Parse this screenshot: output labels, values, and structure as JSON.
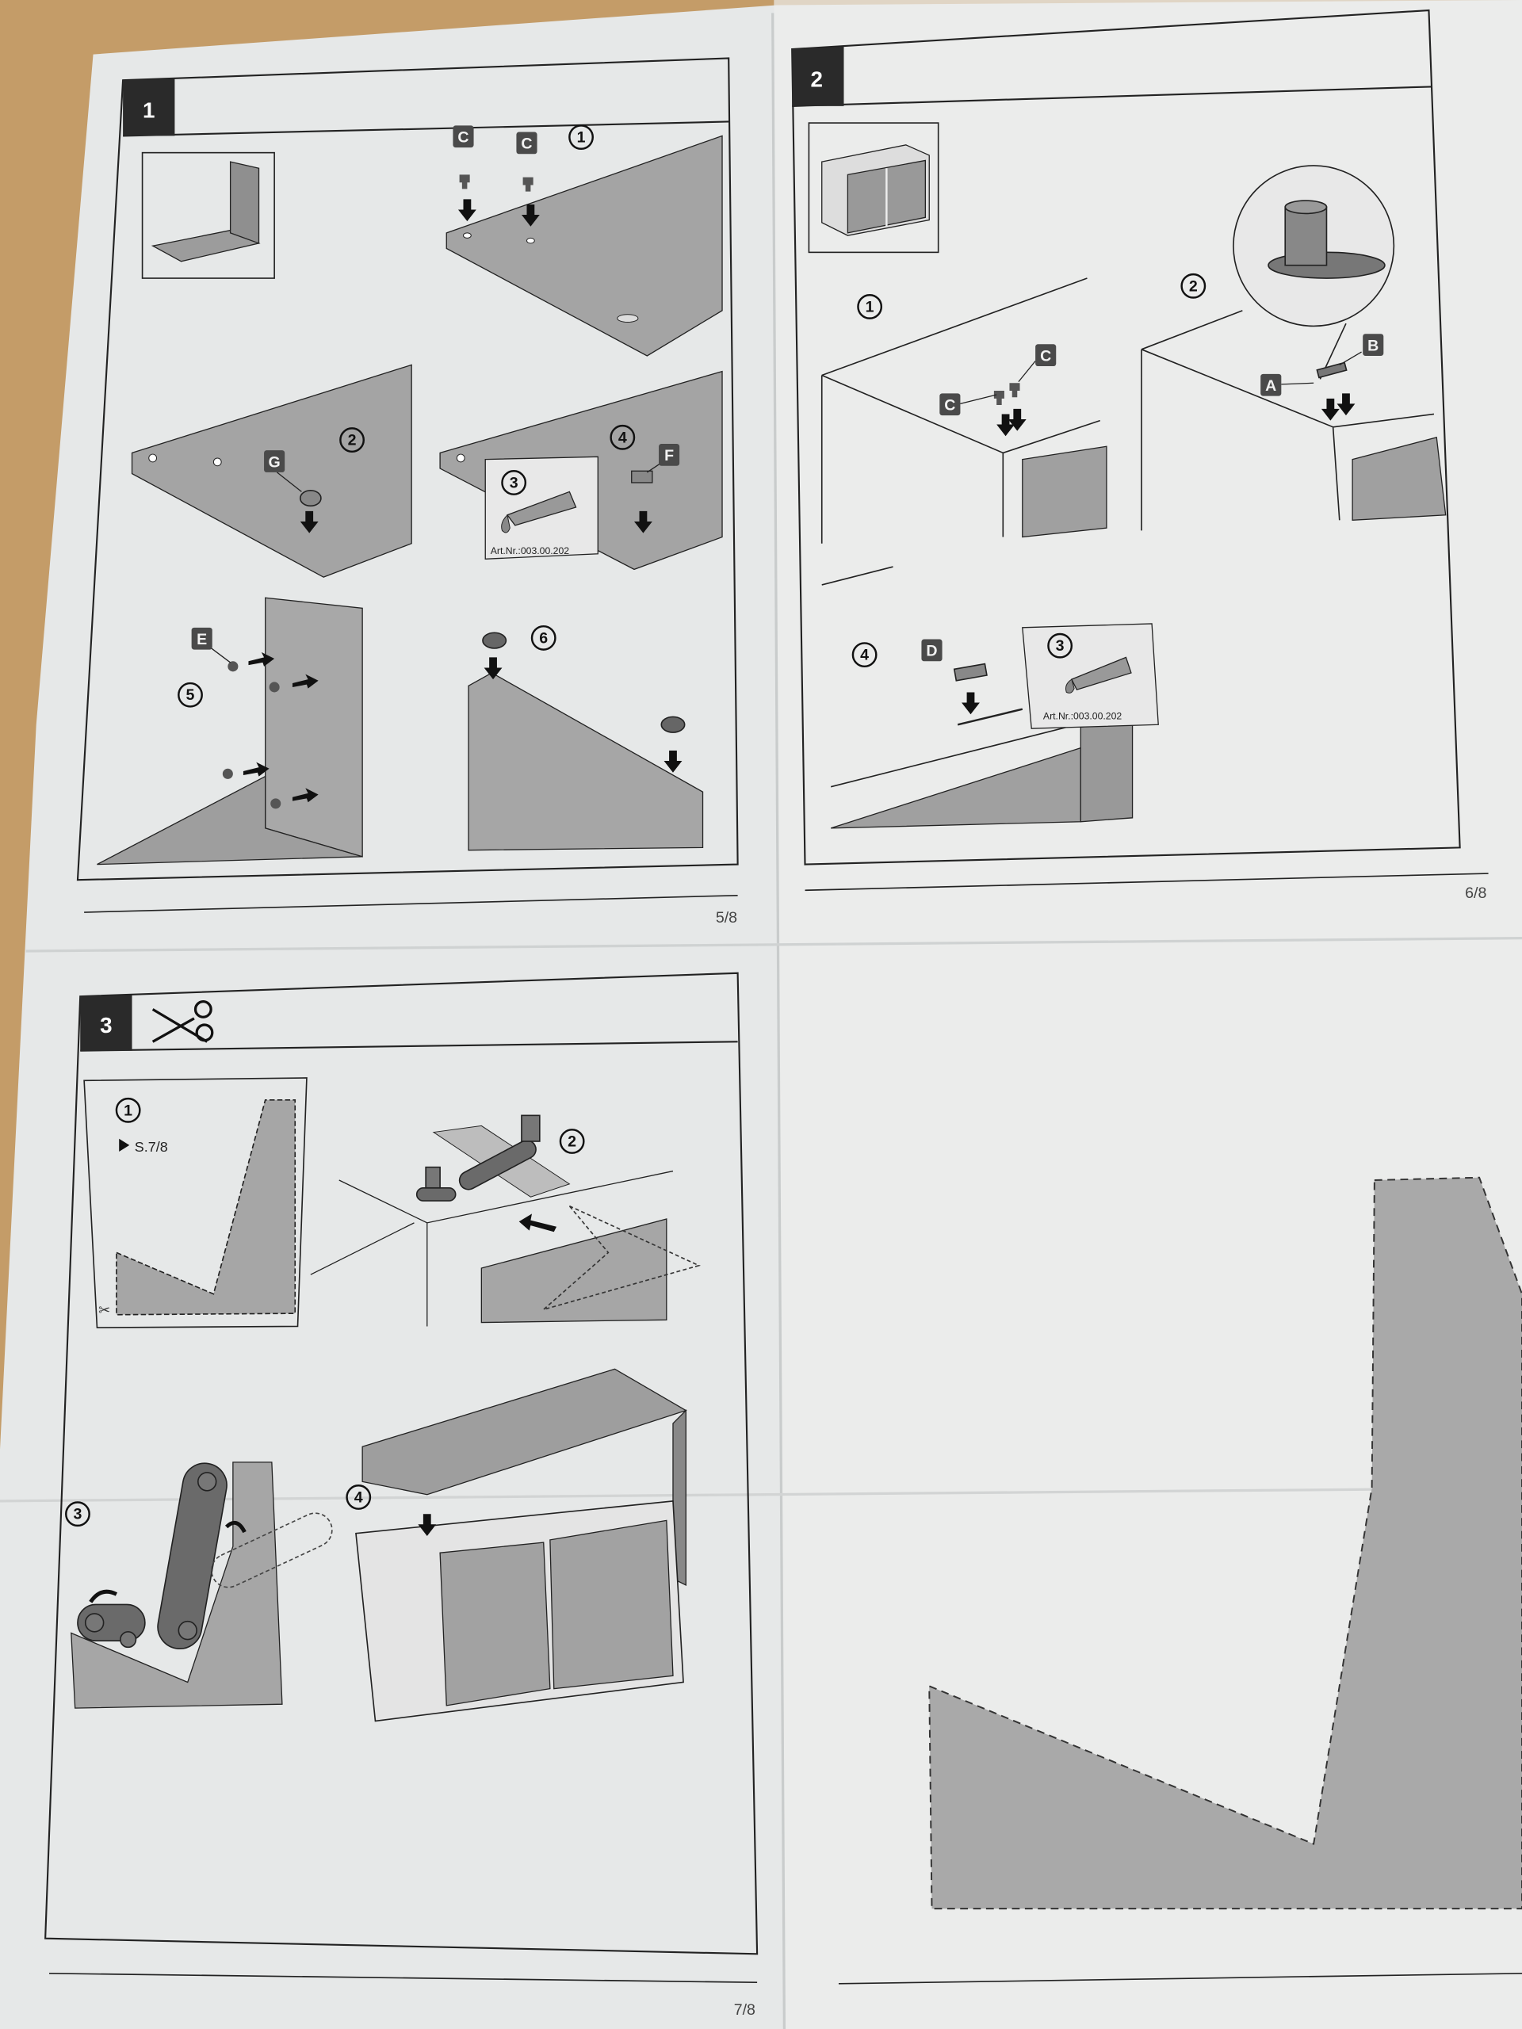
{
  "colors": {
    "paper": "#e6e8e8",
    "wood": "#c49c68",
    "ink": "#1c1c1c",
    "fill_gray": "#a2a2a2",
    "badge": "#4a4a4a"
  },
  "panel1": {
    "step": "1",
    "labels": {
      "c1": "C",
      "c2": "C",
      "g": "G",
      "f": "F",
      "e": "E"
    },
    "substeps": {
      "s1": "1",
      "s2": "2",
      "s3": "3",
      "s4": "4",
      "s5": "5",
      "s6": "6"
    },
    "glue_art_nr": "Art.Nr.:003.00.202",
    "page": "5/8"
  },
  "panel2": {
    "step": "2",
    "labels": {
      "c1": "C",
      "c2": "C",
      "a": "A",
      "b": "B",
      "d": "D"
    },
    "substeps": {
      "s1": "1",
      "s2": "2",
      "s3": "3",
      "s4": "4"
    },
    "glue_art_nr": "Art.Nr.:003.00.202",
    "page": "6/8"
  },
  "panel3": {
    "step": "3",
    "icon": "scissors-icon",
    "substeps": {
      "s1": "1",
      "s2": "2",
      "s3": "3",
      "s4": "4"
    },
    "reference": "S.7/8",
    "page": "7/8"
  }
}
